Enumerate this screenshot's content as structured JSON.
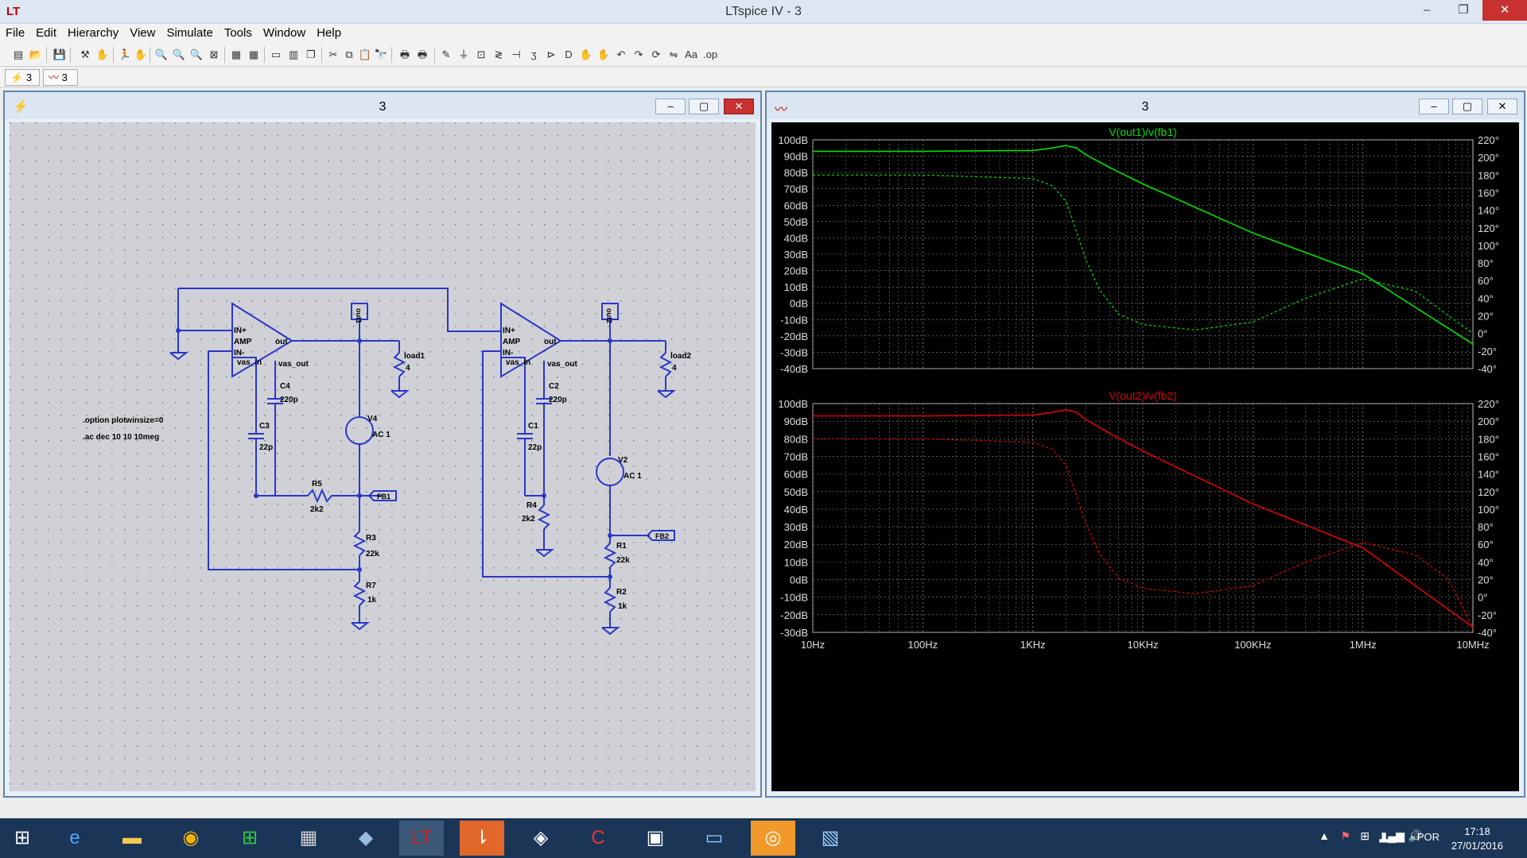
{
  "window": {
    "title": "LTspice IV - 3",
    "app_icon": "ltspice-logo-icon"
  },
  "menu": [
    "File",
    "Edit",
    "Hierarchy",
    "View",
    "Simulate",
    "Tools",
    "Window",
    "Help"
  ],
  "tabs": [
    {
      "label": "3",
      "icon": "schematic-icon"
    },
    {
      "label": "3",
      "icon": "waveform-icon"
    }
  ],
  "schematic": {
    "title": "3",
    "directives": [
      ".option plotwinsize=0",
      ".ac dec 10 10 10meg"
    ],
    "amp_pins": {
      "in_plus": "IN+",
      "amp": "AMP",
      "in_minus": "IN-",
      "vas_in": "vas_in",
      "out": "out",
      "vas_out": "vas_out"
    },
    "labels": {
      "out1": "out1",
      "out2": "out2",
      "load1": "load1",
      "load2": "load2",
      "load_val": "4",
      "C4": "C4",
      "C4_val": "220p",
      "C3": "C3",
      "C3_val": "22p",
      "C2": "C2",
      "C2_val": "220p",
      "C1": "C1",
      "C1_val": "22p",
      "V4": "V4",
      "V2": "V2",
      "ac": "AC 1",
      "R5": "R5",
      "R5_val": "2k2",
      "R4": "R4",
      "R4_val": "2k2",
      "R3": "R3",
      "R3_val": "22k",
      "R1": "R1",
      "R1_val": "22k",
      "R7": "R7",
      "R7_val": "1k",
      "R2": "R2",
      "R2_val": "1k",
      "FB1": "FB1",
      "FB2": "FB2"
    }
  },
  "plot": {
    "title": "3"
  },
  "chart_data": [
    {
      "type": "line",
      "title": "V(out1)/v(fb1)",
      "x_scale": "log",
      "xlim": [
        10,
        10000000
      ],
      "x_ticks": [
        "10Hz",
        "100Hz",
        "1KHz",
        "10KHz",
        "100KHz",
        "1MHz",
        "10MHz"
      ],
      "ylim": [
        -40,
        100
      ],
      "y_ticks": [
        "100dB",
        "90dB",
        "80dB",
        "70dB",
        "60dB",
        "50dB",
        "40dB",
        "30dB",
        "20dB",
        "10dB",
        "0dB",
        "-10dB",
        "-20dB",
        "-30dB",
        "-40dB"
      ],
      "y2lim": [
        -40,
        220
      ],
      "y2_ticks": [
        "220°",
        "200°",
        "180°",
        "160°",
        "140°",
        "120°",
        "100°",
        "80°",
        "60°",
        "40°",
        "20°",
        "0°",
        "-20°",
        "-40°"
      ],
      "grid": true,
      "color": "#00e000",
      "series": [
        {
          "style": "solid",
          "x": [
            10,
            100,
            1000,
            1500,
            2000,
            2500,
            3000,
            5000,
            10000,
            100000,
            1000000,
            10000000
          ],
          "values": [
            93,
            93,
            93.5,
            95,
            96.5,
            95,
            91,
            83,
            73,
            43,
            18,
            -25
          ]
        },
        {
          "style": "dashed",
          "x": [
            10,
            100,
            1000,
            1500,
            2000,
            2500,
            3000,
            4000,
            6000,
            10000,
            30000,
            100000,
            300000,
            1000000,
            3000000,
            6000000,
            10000000
          ],
          "values": [
            180,
            180,
            176,
            168,
            150,
            115,
            85,
            50,
            22,
            10,
            4,
            13,
            40,
            62,
            48,
            20,
            0
          ]
        }
      ]
    },
    {
      "type": "line",
      "title": "V(out2)/v(fb2)",
      "x_scale": "log",
      "xlim": [
        10,
        10000000
      ],
      "x_ticks": [
        "10Hz",
        "100Hz",
        "1KHz",
        "10KHz",
        "100KHz",
        "1MHz",
        "10MHz"
      ],
      "ylim": [
        -30,
        100
      ],
      "y_ticks": [
        "100dB",
        "90dB",
        "80dB",
        "70dB",
        "60dB",
        "50dB",
        "40dB",
        "30dB",
        "20dB",
        "10dB",
        "0dB",
        "-10dB",
        "-20dB",
        "-30dB"
      ],
      "y2lim": [
        -40,
        220
      ],
      "y2_ticks": [
        "220°",
        "200°",
        "180°",
        "160°",
        "140°",
        "120°",
        "100°",
        "80°",
        "60°",
        "40°",
        "20°",
        "0°",
        "-20°",
        "-40°"
      ],
      "grid": true,
      "color": "#e00000",
      "series": [
        {
          "style": "solid",
          "x": [
            10,
            100,
            1000,
            1500,
            2000,
            2500,
            3000,
            5000,
            10000,
            100000,
            1000000,
            10000000
          ],
          "values": [
            93,
            93,
            93.5,
            95,
            96.5,
            95,
            91,
            83,
            73,
            43,
            18,
            -27
          ]
        },
        {
          "style": "dashed",
          "x": [
            10,
            100,
            1000,
            1500,
            2000,
            2500,
            3000,
            4000,
            6000,
            10000,
            30000,
            100000,
            300000,
            1000000,
            3000000,
            6000000,
            10000000
          ],
          "values": [
            180,
            180,
            176,
            168,
            150,
            115,
            85,
            50,
            22,
            10,
            4,
            13,
            40,
            62,
            48,
            20,
            -35
          ]
        }
      ]
    }
  ],
  "taskbar": {
    "apps": [
      "windows-start-icon",
      "internet-explorer-icon",
      "file-explorer-icon",
      "chrome-icon",
      "store-icon",
      "calculator-icon",
      "notepad-icon",
      "ltspice-icon",
      "pdf-reader-icon",
      "foxit-icon",
      "ccleaner-icon",
      "task-icon",
      "photos-icon",
      "pdf-tool-icon",
      "image-viewer-icon"
    ],
    "lang": "POR",
    "time": "17:18",
    "date": "27/01/2016"
  }
}
